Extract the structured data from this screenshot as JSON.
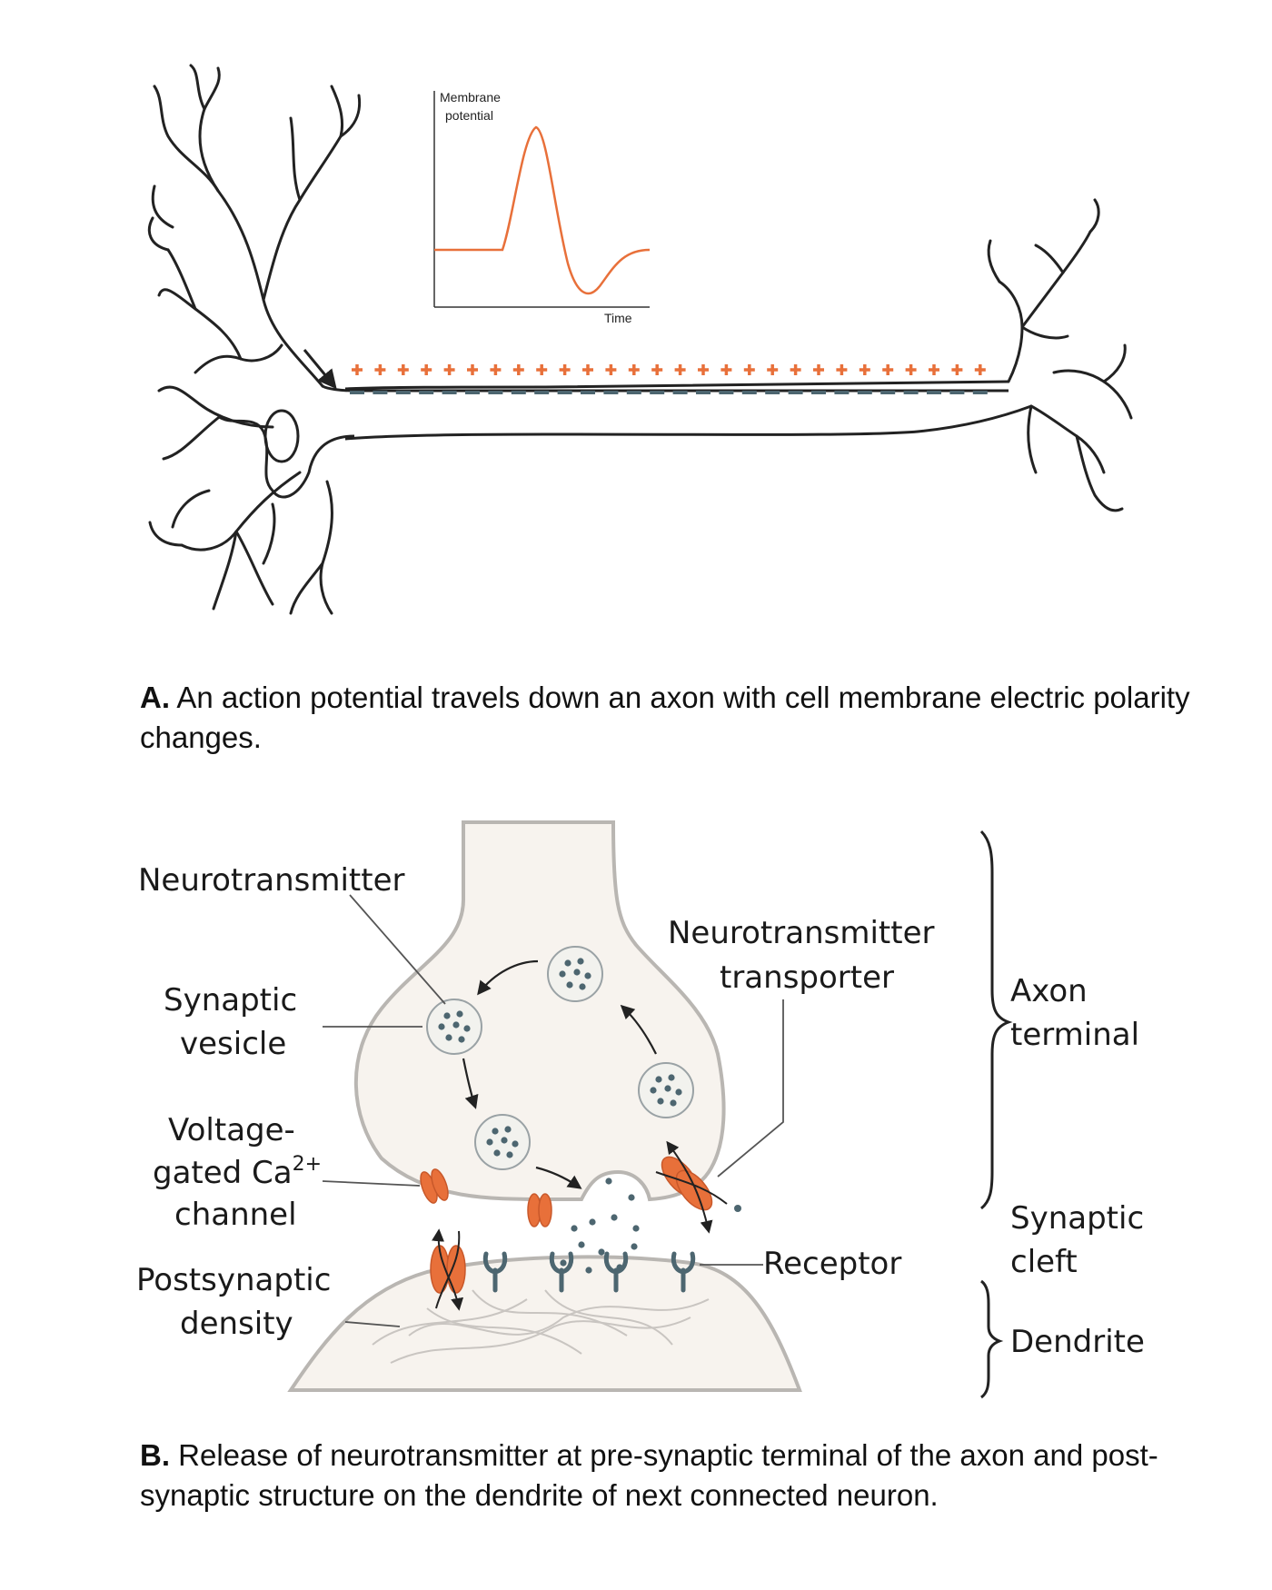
{
  "panel_a": {
    "graph": {
      "y_label_line1": "Membrane",
      "y_label_line2": "potential",
      "x_label": "Time"
    },
    "caption_letter": "A.",
    "caption_text": " An action potential travels down an axon with cell membrane electric polarity changes."
  },
  "panel_b": {
    "labels": {
      "neurotransmitter": "Neurotransmitter",
      "synaptic_vesicle_1": "Synaptic",
      "synaptic_vesicle_2": "vesicle",
      "voltage_1": "Voltage-",
      "voltage_2": "gated Ca",
      "voltage_sup": "2+",
      "voltage_3": "channel",
      "postsynaptic_1": "Postsynaptic",
      "postsynaptic_2": "density",
      "transporter_1": "Neurotransmitter",
      "transporter_2": "transporter",
      "receptor": "Receptor",
      "axon_terminal_1": "Axon",
      "axon_terminal_2": "terminal",
      "synaptic_cleft_1": "Synaptic",
      "synaptic_cleft_2": "cleft",
      "dendrite": "Dendrite"
    },
    "caption_letter": "B.",
    "caption_text": " Release of neurotransmitter at pre-synaptic terminal of the axon and post-synaptic structure on the dendrite of next connected neuron."
  },
  "colors": {
    "orange": "#e8703a",
    "slate": "#4d6670",
    "cell_fill": "#f7f3ee",
    "cell_stroke": "#b9b6b2",
    "outline": "#222222"
  }
}
